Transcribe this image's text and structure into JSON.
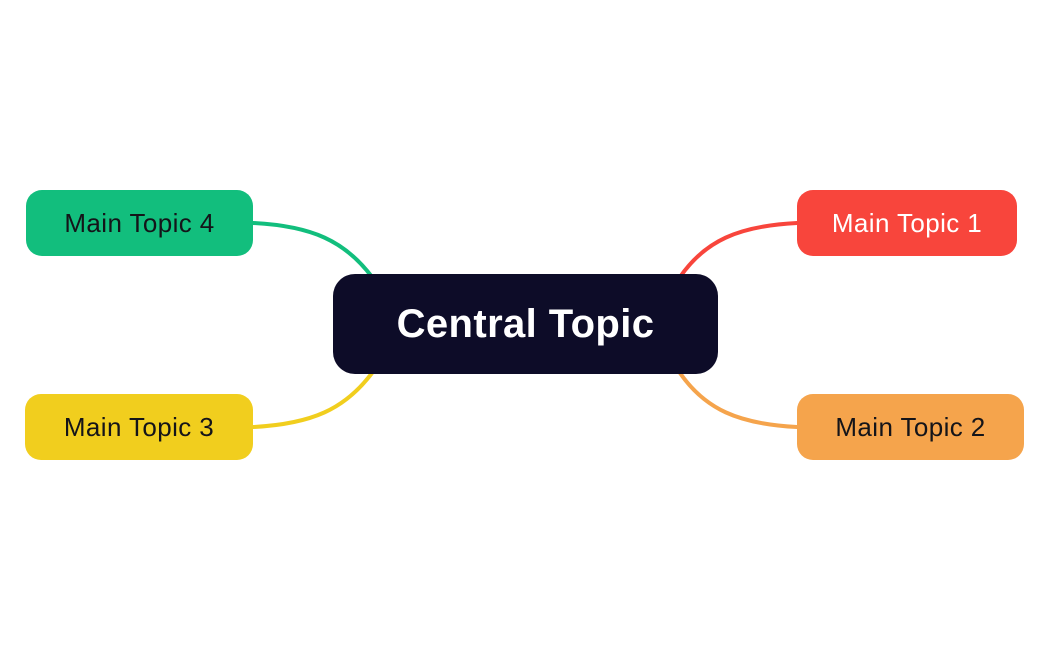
{
  "diagram": {
    "background": "#FFFFFF",
    "central": {
      "label": "Central Topic",
      "color": "#0D0C28",
      "text_color": "#FFFFFF"
    },
    "nodes": [
      {
        "label": "Main Topic 1",
        "color": "#F8453C",
        "text_color": "#FFFFFF",
        "position": "top-right"
      },
      {
        "label": "Main Topic 2",
        "color": "#F5A44C",
        "text_color": "#141419",
        "position": "bottom-right"
      },
      {
        "label": "Main Topic 3",
        "color": "#F1CE1E",
        "text_color": "#141419",
        "position": "bottom-left"
      },
      {
        "label": "Main Topic 4",
        "color": "#12BE7D",
        "text_color": "#141419",
        "position": "top-left"
      }
    ]
  }
}
